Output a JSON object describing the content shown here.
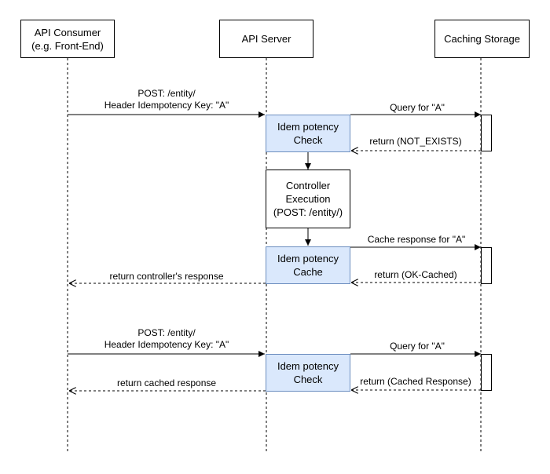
{
  "participants": {
    "consumer": "API Consumer\n(e.g. Front-End)",
    "server": "API Server",
    "cache": "Caching Storage"
  },
  "flow1": {
    "request": "POST: /entity/\nHeader Idempotency Key: \"A\"",
    "check_box": "Idem potency\nCheck",
    "query": "Query for \"A\"",
    "query_return": "return (NOT_EXISTS)",
    "controller_box": "Controller\nExecution\n(POST: /entity/)",
    "cache_box": "Idem potency\nCache",
    "cache_request": "Cache response for \"A\"",
    "cache_return": "return (OK-Cached)",
    "response": "return controller's response"
  },
  "flow2": {
    "request": "POST: /entity/\nHeader Idempotency Key: \"A\"",
    "check_box": "Idem potency\nCheck",
    "query": "Query for \"A\"",
    "query_return": "return (Cached Response)",
    "response": "return cached response"
  }
}
